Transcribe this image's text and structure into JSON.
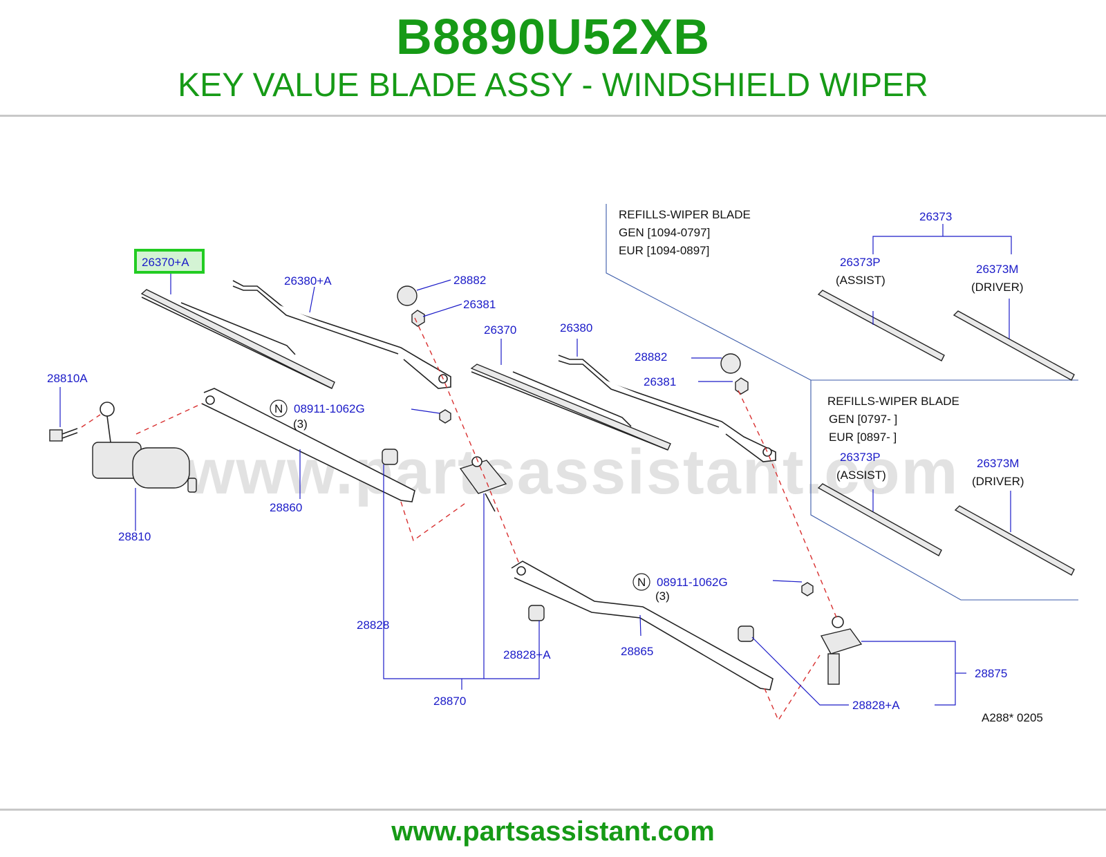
{
  "header": {
    "part_number": "B8890U52XB",
    "description": "KEY VALUE BLADE ASSY - WINDSHIELD WIPER"
  },
  "watermark": "www.partsassistant.com",
  "footer": {
    "url": "www.partsassistant.com"
  },
  "colors": {
    "brand_green": "#169a16",
    "callout_blue": "#1a1ac8",
    "highlight": "#22cc22"
  },
  "callouts": {
    "p26370a": "26370+A",
    "p26380a": "26380+A",
    "p28882_1": "28882",
    "p26381_1": "26381",
    "p26370": "26370",
    "p26380": "26380",
    "p28882_2": "28882",
    "p26381_2": "26381",
    "p28810a": "28810A",
    "p08911_1": "08911-1062G",
    "p08911_1_qty": "(3)",
    "p28860": "28860",
    "p28810": "28810",
    "p28828": "28828",
    "p28828a_1": "28828+A",
    "p28870": "28870",
    "p08911_2": "08911-1062G",
    "p08911_2_qty": "(3)",
    "p28865": "28865",
    "p28828a_2": "28828+A",
    "p28875": "28875",
    "p26373": "26373",
    "p26373p_1": "26373P",
    "p26373p_1_sub": "(ASSIST)",
    "p26373m_1": "26373M",
    "p26373m_1_sub": "(DRIVER)",
    "p26373p_2": "26373P",
    "p26373p_2_sub": "(ASSIST)",
    "p26373m_2": "26373M",
    "p26373m_2_sub": "(DRIVER)",
    "n_symbol": "N"
  },
  "notes": {
    "refill1_title": "REFILLS-WIPER  BLADE",
    "refill1_gen": "GEN  [1094-0797]",
    "refill1_eur": "EUR  [1094-0897]",
    "refill2_title": "REFILLS-WIPER  BLADE",
    "refill2_gen": "GEN  [0797-                  ]",
    "refill2_eur": "EUR  [0897-                  ]",
    "diagram_code": "A288*   0205"
  }
}
